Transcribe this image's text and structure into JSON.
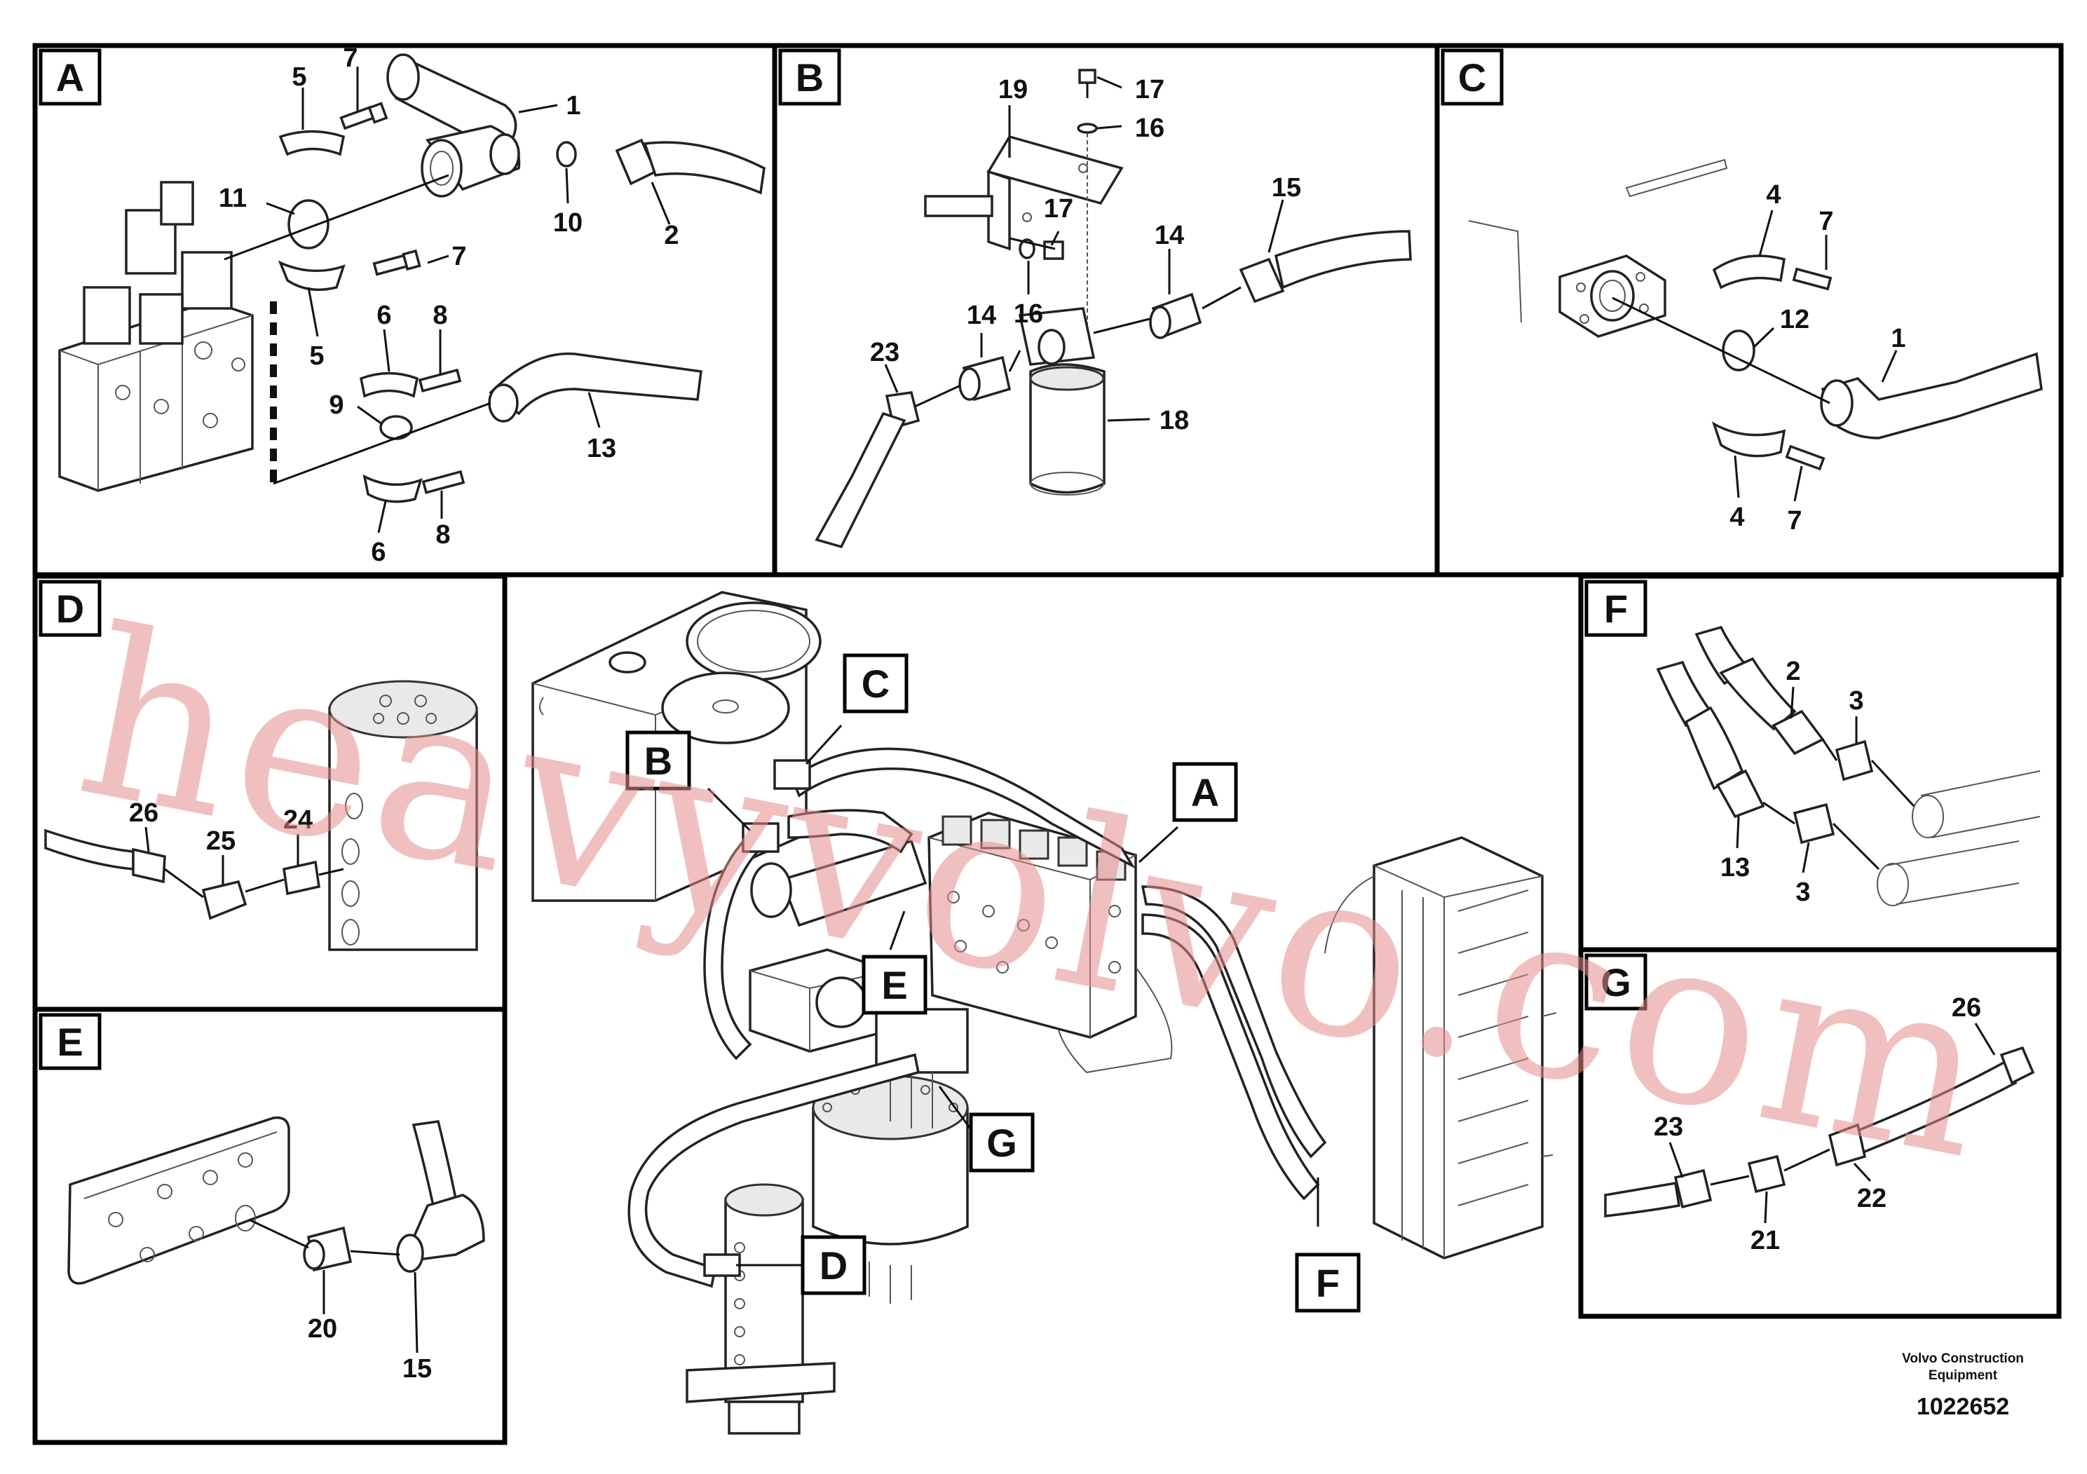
{
  "panels": {
    "A": {
      "tag": "A",
      "callouts": [
        "7",
        "5",
        "1",
        "11",
        "10",
        "2",
        "7",
        "5",
        "6",
        "8",
        "9",
        "13",
        "6",
        "8"
      ]
    },
    "B": {
      "tag": "B",
      "callouts": [
        "19",
        "17",
        "16",
        "17",
        "16",
        "15",
        "14",
        "14",
        "23",
        "18"
      ]
    },
    "C": {
      "tag": "C",
      "callouts": [
        "4",
        "7",
        "12",
        "1",
        "4",
        "7"
      ]
    },
    "D": {
      "tag": "D",
      "callouts": [
        "26",
        "25",
        "24"
      ]
    },
    "E": {
      "tag": "E",
      "callouts": [
        "20",
        "15"
      ]
    },
    "F": {
      "tag": "F",
      "callouts": [
        "2",
        "3",
        "13",
        "3"
      ]
    },
    "G": {
      "tag": "G",
      "callouts": [
        "26",
        "23",
        "21",
        "22"
      ]
    }
  },
  "overview_tags": [
    "C",
    "B",
    "A",
    "E",
    "G",
    "D",
    "F"
  ],
  "footer": {
    "brand_line1": "Volvo Construction",
    "brand_line2": "Equipment",
    "drawing_number": "1022652"
  },
  "watermark": "heavyvolvo.com",
  "colors": {
    "line": "#111111",
    "watermark": "#e48c8c",
    "background": "#ffffff"
  }
}
